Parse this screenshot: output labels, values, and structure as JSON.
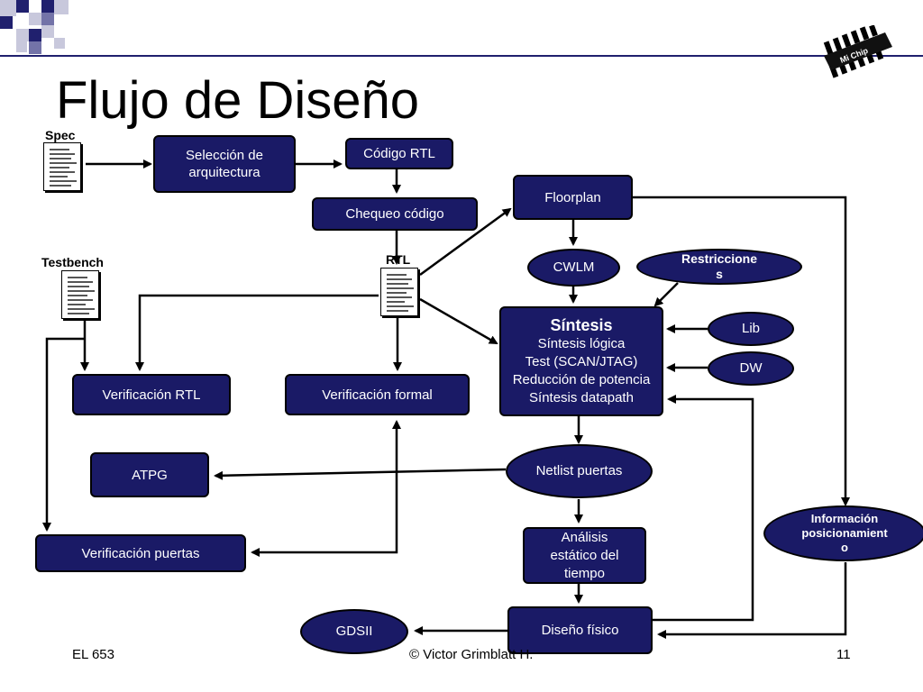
{
  "slide": {
    "title": "Flujo de Diseño",
    "footer": {
      "left": "EL 653",
      "center": "© Victor Grimblatt H.",
      "right": "11"
    },
    "chip_label": "Mi Chip"
  },
  "labels": {
    "spec": "Spec",
    "testbench": "Testbench",
    "rtl": "RTL"
  },
  "nodes": {
    "seleccion": "Selección de\narquitectura",
    "codigo_rtl": "Código RTL",
    "chequeo": "Chequeo código",
    "floorplan": "Floorplan",
    "cwlm": "CWLM",
    "restricciones": "Restriccione\ns",
    "sintesis_title": "Síntesis",
    "sintesis_lines": "Síntesis lógica\nTest (SCAN/JTAG)\nReducción de potencia\nSíntesis datapath",
    "lib": "Lib",
    "dw": "DW",
    "ver_rtl": "Verificación RTL",
    "ver_formal": "Verificación formal",
    "atpg": "ATPG",
    "netlist": "Netlist puertas",
    "ver_puertas": "Verificación puertas",
    "sta": "Análisis\nestático del\ntiempo",
    "info_pos": "Información\nposicionamient\no",
    "gdsii": "GDSII",
    "diseno_fisico": "Diseño físico"
  },
  "colors": {
    "node_fill": "#1a1a66",
    "decor_dark": "#20206e",
    "decor_mid": "#7373a8",
    "decor_light": "#c8c8dc"
  }
}
